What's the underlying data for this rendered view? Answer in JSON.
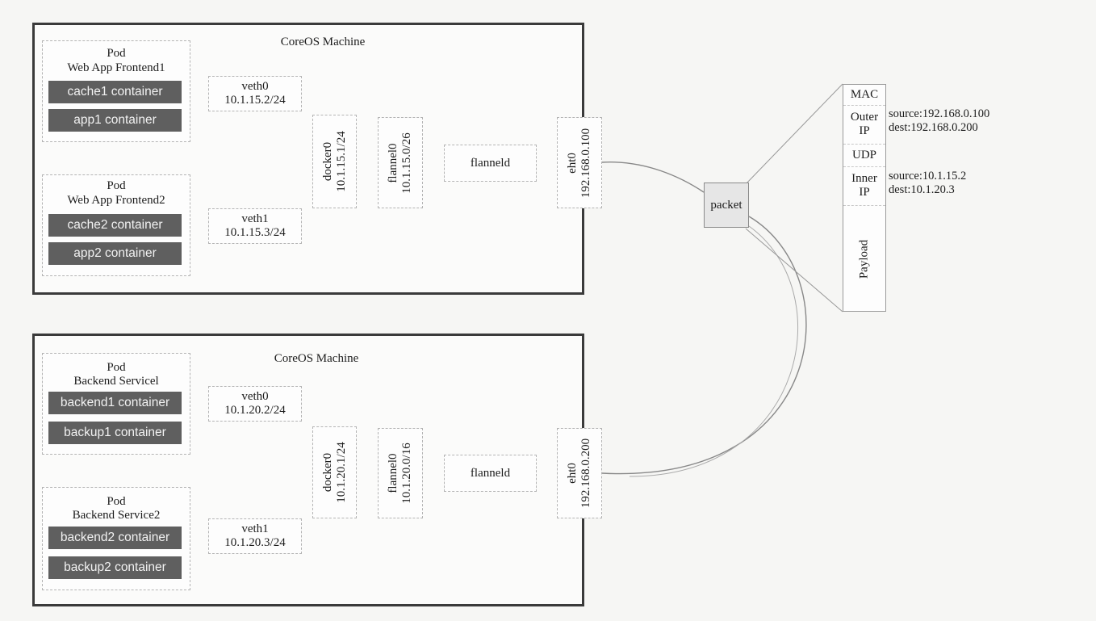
{
  "machines": [
    {
      "title": "CoreOS Machine",
      "pods": [
        {
          "title1": "Pod",
          "title2": "Web App Frontend1",
          "containers": [
            "cache1 container",
            "app1 container"
          ]
        },
        {
          "title1": "Pod",
          "title2": "Web App Frontend2",
          "containers": [
            "cache2 container",
            "app2 container"
          ]
        }
      ],
      "veths": [
        {
          "name": "veth0",
          "ip": "10.1.15.2/24"
        },
        {
          "name": "veth1",
          "ip": "10.1.15.3/24"
        }
      ],
      "docker": {
        "name": "docker0",
        "ip": "10.1.15.1/24"
      },
      "flannel": {
        "name": "flannel0",
        "ip": "10.1.15.0/26"
      },
      "flanneld": "flanneld",
      "eth": {
        "name": "eht0",
        "ip": "192.168.0.100"
      }
    },
    {
      "title": "CoreOS Machine",
      "pods": [
        {
          "title1": "Pod",
          "title2": "Backend Servicel",
          "containers": [
            "backend1 container",
            "backup1 container"
          ]
        },
        {
          "title1": "Pod",
          "title2": "Backend Service2",
          "containers": [
            "backend2 container",
            "backup2 container"
          ]
        }
      ],
      "veths": [
        {
          "name": "veth0",
          "ip": "10.1.20.2/24"
        },
        {
          "name": "veth1",
          "ip": "10.1.20.3/24"
        }
      ],
      "docker": {
        "name": "docker0",
        "ip": "10.1.20.1/24"
      },
      "flannel": {
        "name": "flannel0",
        "ip": "10.1.20.0/16"
      },
      "flanneld": "flanneld",
      "eth": {
        "name": "eht0",
        "ip": "192.168.0.200"
      }
    }
  ],
  "packet": {
    "label": "packet",
    "layers": {
      "mac": "MAC",
      "outer_ip_1": "Outer",
      "outer_ip_2": "IP",
      "udp": "UDP",
      "inner_ip_1": "Inner",
      "inner_ip_2": "IP",
      "payload": "Payload"
    },
    "outer": {
      "source": "source:192.168.0.100",
      "dest": "dest:192.168.0.200"
    },
    "inner": {
      "source": "source:10.1.15.2",
      "dest": "dest:10.1.20.3"
    }
  },
  "colors": {
    "container_fill": "#5f5f5f",
    "frame": "#3a3a3a",
    "connector": "#555555"
  }
}
